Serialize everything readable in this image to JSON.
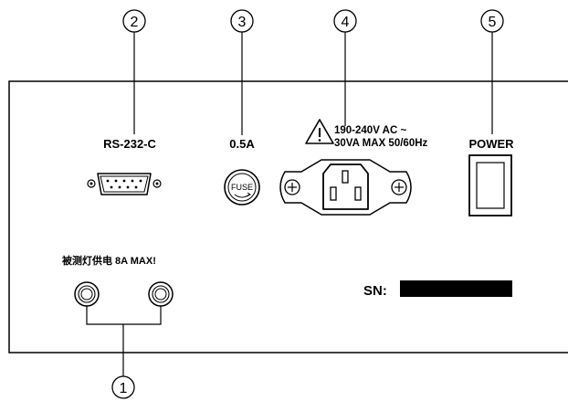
{
  "callouts": [
    "1",
    "2",
    "3",
    "4",
    "5"
  ],
  "labels": {
    "rs232": "RS-232-C",
    "fuse_rating": "0.5A",
    "fuse_text": "FUSE",
    "voltage_line1": "190-240V AC ~",
    "voltage_line2": "30VA MAX 50/60Hz",
    "power": "POWER",
    "lamp_supply": "被测灯供电 8A MAX!",
    "serial_prefix": "SN:"
  },
  "colors": {
    "ink": "#000000",
    "panel": "#ffffff"
  },
  "icons": [
    "warning-triangle-icon",
    "screw-icon",
    "fuse-icon",
    "db9-connector-icon",
    "binding-post-icon",
    "iec-socket-icon",
    "rocker-switch-icon"
  ]
}
